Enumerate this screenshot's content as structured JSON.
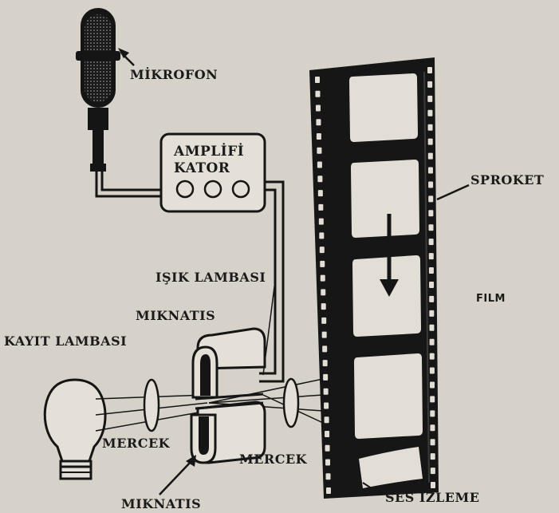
{
  "labels": {
    "mikrofon": "MİKROFON",
    "amplifikator_1": "AMPLİFİ",
    "amplifikator_2": "KATOR",
    "sproket": "SPROKET",
    "isik_lambasi": "IŞIK LAMBASI",
    "film": "FILM",
    "miknatis_top": "MIKNATIS",
    "kayit_lambasi": "KAYIT LAMBASI",
    "mercek_left": "MERCEK",
    "mercek_right": "MERCEK",
    "miknatis_bottom": "MIKNATIS",
    "ses_izleme": "SES İZLEME"
  },
  "colors": {
    "paper": "#d6d2c9",
    "ink": "#151515",
    "frame": "#e2ded6"
  }
}
